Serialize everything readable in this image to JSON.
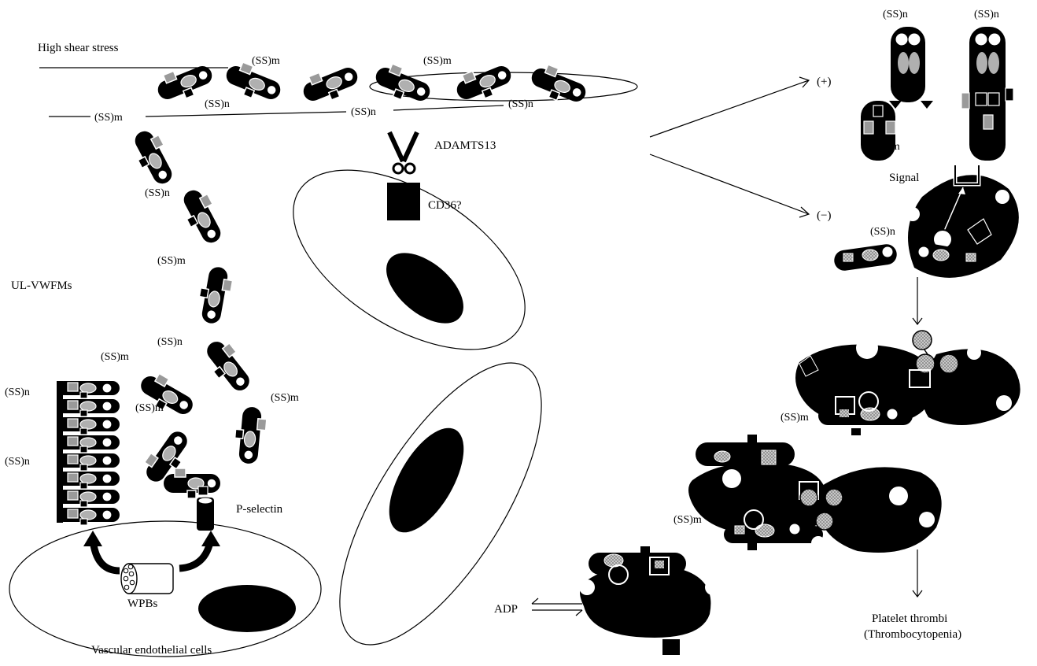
{
  "labels": {
    "high_shear_stress": "High shear stress",
    "ul_vwfms": "UL-VWFMs",
    "adamts13": "ADAMTS13",
    "cd36": "CD36?",
    "p_selectin": "P-selectin",
    "wpbs": "WPBs",
    "vascular_endothelial_cells": "Vascular endothelial cells",
    "plus": "(+)",
    "minus": "(−)",
    "signal": "Signal",
    "adp": "ADP",
    "platelet_thrombi": "Platelet thrombi",
    "thrombocytopenia": "(Thrombocytopenia)",
    "ss_n": "(SS)n",
    "ss_m": "(SS)m"
  },
  "colors": {
    "ink": "#000000",
    "domain_gray": "#9a9a9a",
    "oval_gray": "#b0b0b0",
    "background": "#ffffff"
  }
}
